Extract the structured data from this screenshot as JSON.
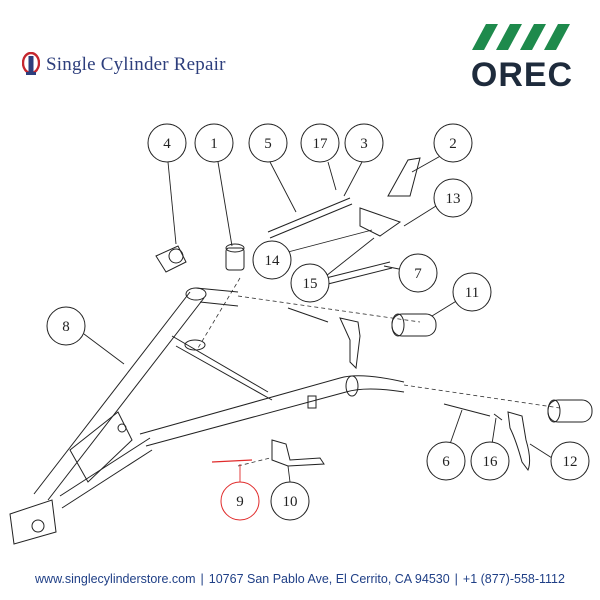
{
  "header": {
    "brand_name": "Single Cylinder Repair",
    "oem_logo": "OREC",
    "colors": {
      "brand_blue": "#2d3e7c",
      "brand_red": "#c4262e",
      "orec_green": "#1e8a4c",
      "orec_text": "#1e2b3c",
      "highlight_red": "#e02b2b"
    }
  },
  "callouts": [
    {
      "label": "4",
      "highlighted": false
    },
    {
      "label": "1",
      "highlighted": false
    },
    {
      "label": "5",
      "highlighted": false
    },
    {
      "label": "17",
      "highlighted": false
    },
    {
      "label": "3",
      "highlighted": false
    },
    {
      "label": "2",
      "highlighted": false
    },
    {
      "label": "13",
      "highlighted": false
    },
    {
      "label": "14",
      "highlighted": false
    },
    {
      "label": "15",
      "highlighted": false
    },
    {
      "label": "7",
      "highlighted": false
    },
    {
      "label": "11",
      "highlighted": false
    },
    {
      "label": "8",
      "highlighted": false
    },
    {
      "label": "6",
      "highlighted": false
    },
    {
      "label": "16",
      "highlighted": false
    },
    {
      "label": "12",
      "highlighted": false
    },
    {
      "label": "9",
      "highlighted": true
    },
    {
      "label": "10",
      "highlighted": false
    }
  ],
  "footer": {
    "website": "www.singlecylinderstore.com",
    "address": "10767 San Pablo Ave, El Cerrito, CA 94530",
    "phone": "+1 (877)-558-1112",
    "separator": "|"
  }
}
